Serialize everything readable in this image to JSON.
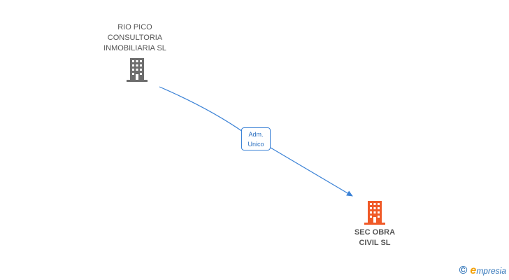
{
  "nodes": {
    "source": {
      "label_lines": [
        "RIO PICO",
        "CONSULTORIA",
        "INMOBILIARIA SL"
      ],
      "icon": "building-icon",
      "color": "#6d6d6d"
    },
    "target": {
      "label_lines": [
        "SEC OBRA",
        "CIVIL SL"
      ],
      "icon": "building-icon",
      "color": "#f05a28"
    }
  },
  "edge": {
    "label_lines": [
      "Adm.",
      "Unico"
    ],
    "color": "#3b82d6"
  },
  "footer": {
    "copyright": "©",
    "brand_initial": "e",
    "brand_rest": "mpresia"
  }
}
